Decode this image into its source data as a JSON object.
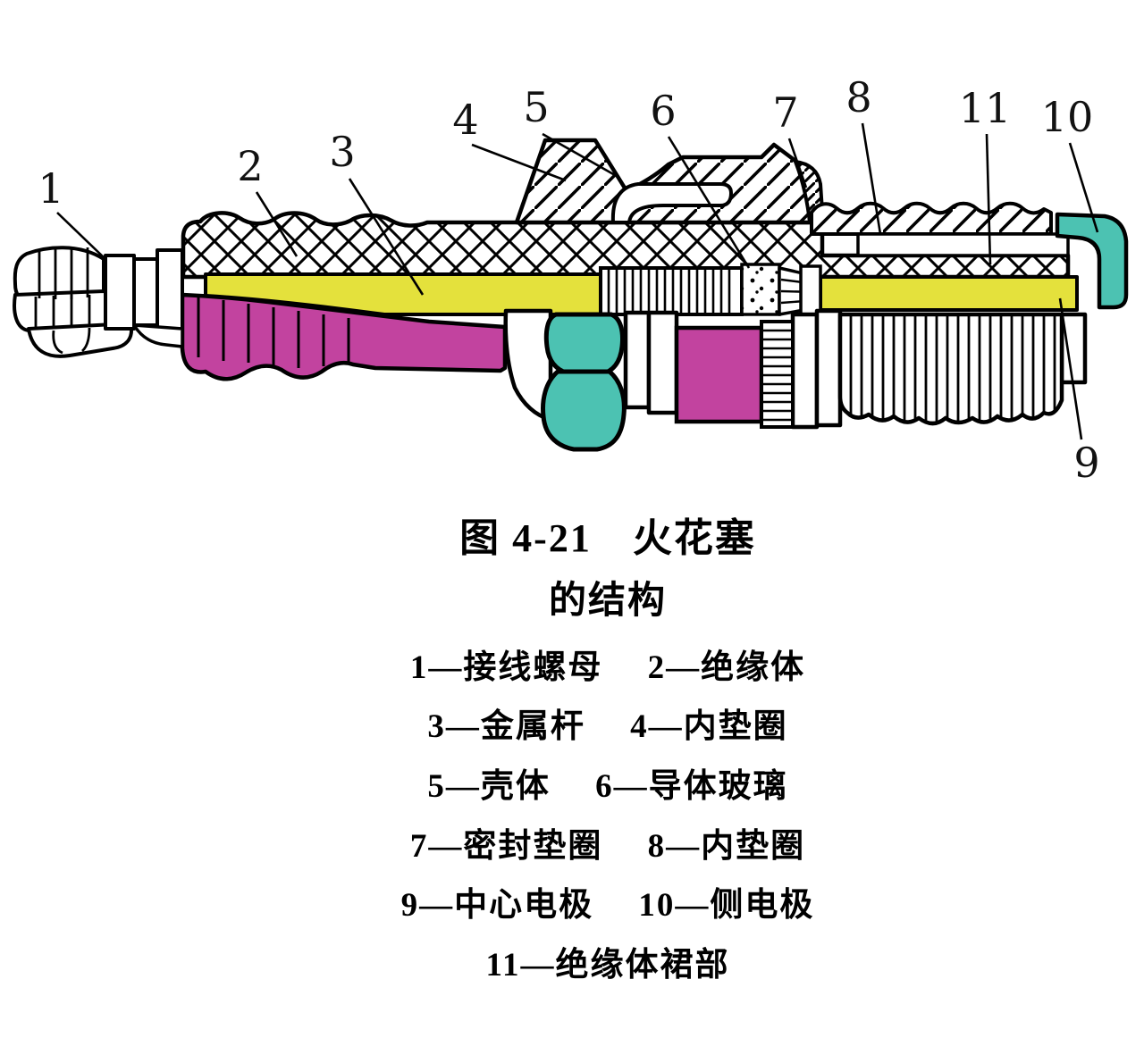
{
  "figure": {
    "caption": {
      "line1": "图 4-21　火花塞",
      "line2": "的结构"
    },
    "legend": {
      "lines": [
        "1—接线螺母　 2—绝缘体",
        "3—金属杆　 4—内垫圈",
        "5—壳体　 6—导体玻璃",
        "7—密封垫圈　 8—内垫圈",
        "9—中心电极　 10—侧电极",
        "11—绝缘体裙部"
      ]
    },
    "callouts": {
      "labels": [
        "1",
        "2",
        "3",
        "4",
        "5",
        "6",
        "7",
        "8",
        "11",
        "10",
        "9"
      ]
    },
    "colors": {
      "rod_yellow": "#e4e13c",
      "insulator_magenta": "#c2439f",
      "electrode_teal": "#4cc2b2",
      "ink": "#000000",
      "paper": "#ffffff"
    }
  }
}
